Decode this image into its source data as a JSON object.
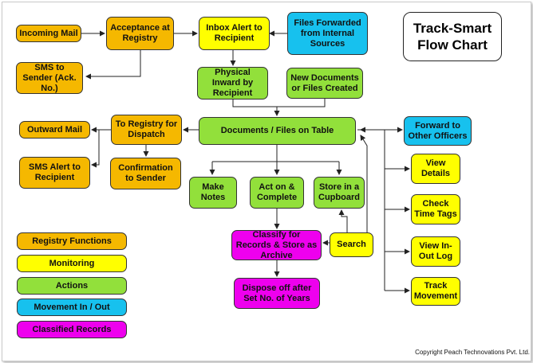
{
  "title": "Track-Smart Flow Chart",
  "copyright": "Copyright Peach Technovations Pvt. Ltd.",
  "colors": {
    "registry": "#f5b800",
    "monitoring": "#ffff00",
    "actions": "#92e03b",
    "movement": "#17c1ee",
    "classified": "#ee00ee"
  },
  "nodes": {
    "incoming_mail": "Incoming Mail",
    "acceptance": "Acceptance at Registry",
    "inbox_alert": "Inbox Alert to Recipient",
    "files_forwarded": "Files Forwarded from Internal Sources",
    "sms_sender": "SMS to Sender (Ack. No.)",
    "physical_inward": "Physical Inward by Recipient",
    "new_documents": "New Documents or Files Created",
    "documents_on_table": "Documents / Files on Table",
    "to_registry": "To Registry for Dispatch",
    "outward_mail": "Outward Mail",
    "sms_recipient": "SMS Alert to Recipient",
    "confirmation_sender": "Confirmation to Sender",
    "forward_officers": "Forward to Other Officers",
    "make_notes": "Make Notes",
    "act_complete": "Act on & Complete",
    "store_cupboard": "Store in a Cupboard",
    "view_details": "View Details",
    "check_time_tags": "Check Time Tags",
    "view_inout_log": "View In-Out Log",
    "track_movement": "Track Movement",
    "classify_records": "Classify for Records & Store as Archive",
    "search": "Search",
    "dispose": "Dispose off after Set No. of Years"
  },
  "legend": [
    {
      "label": "Registry Functions",
      "color": "#f5b800"
    },
    {
      "label": "Monitoring",
      "color": "#ffff00"
    },
    {
      "label": "Actions",
      "color": "#92e03b"
    },
    {
      "label": "Movement In / Out",
      "color": "#17c1ee"
    },
    {
      "label": "Classified Records",
      "color": "#ee00ee"
    }
  ]
}
